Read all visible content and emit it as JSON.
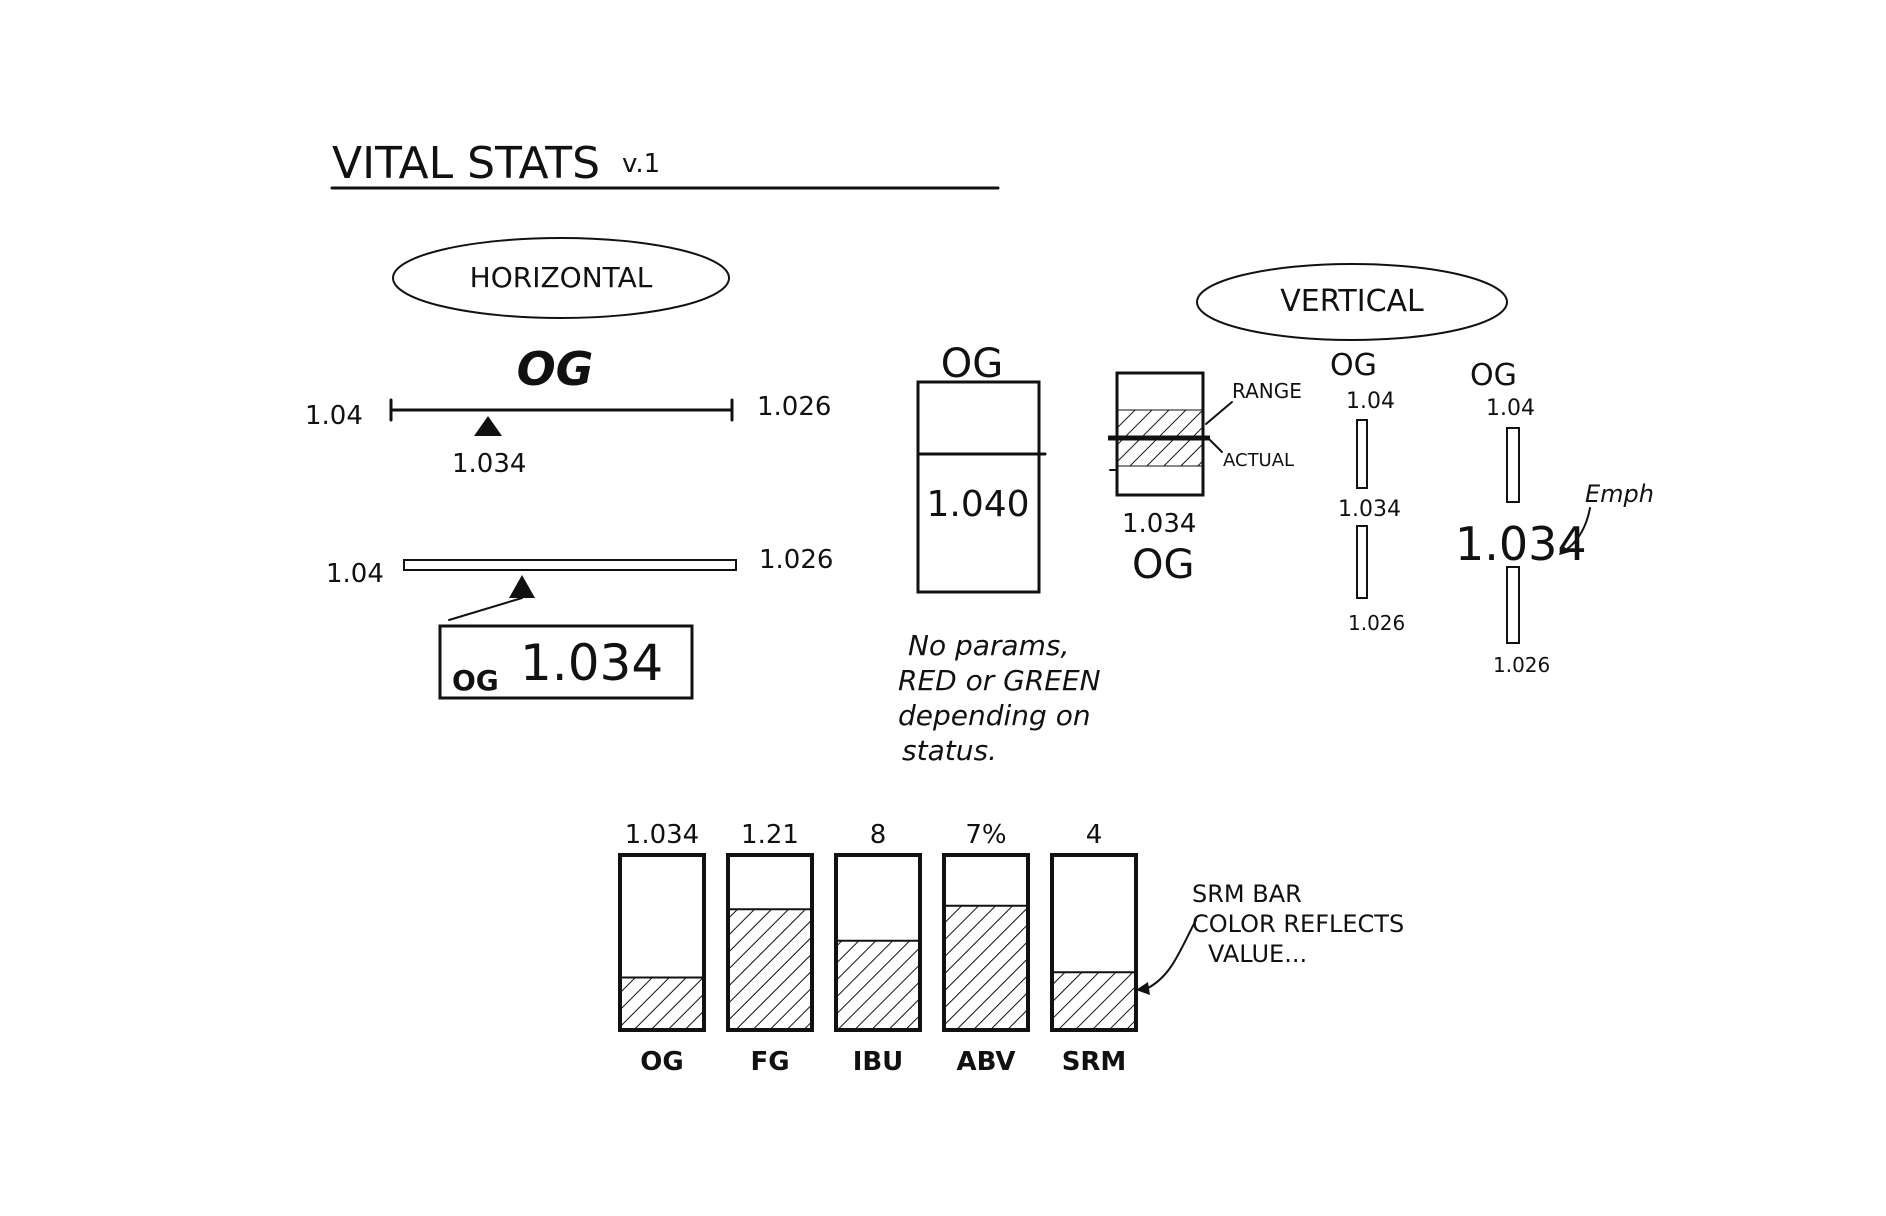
{
  "title": "VITAL STATS",
  "version": "v.1",
  "horizontal": {
    "label": "HORIZONTAL",
    "heading": "OG",
    "scale1": {
      "left": "1.04",
      "right": "1.026",
      "marker": "1.034"
    },
    "scale2": {
      "left": "1.04",
      "right": "1.026"
    },
    "readout": {
      "label": "OG",
      "value": "1.034"
    }
  },
  "vertical": {
    "label": "VERTICAL",
    "box1": {
      "heading": "OG",
      "value": "1.040"
    },
    "note": [
      "No params,",
      "RED or GREEN",
      "depending on",
      "status."
    ],
    "box2": {
      "range_label": "RANGE",
      "actual_label": "ACTUAL",
      "value": "1.034",
      "footer": "OG"
    },
    "bar3": {
      "heading": "OG",
      "top": "1.04",
      "mid": "1.034",
      "bottom": "1.026"
    },
    "bar4": {
      "heading": "OG",
      "top": "1.04",
      "mid": "1.034",
      "bottom": "1.026",
      "annotation": "Emph"
    }
  },
  "chart_data": {
    "type": "bar",
    "categories": [
      "OG",
      "FG",
      "IBU",
      "ABV",
      "SRM"
    ],
    "value_labels": [
      "1.034",
      "1.21",
      "8",
      "7%",
      "4"
    ],
    "fill_fraction": [
      0.3,
      0.69,
      0.51,
      0.71,
      0.33
    ],
    "annotation": [
      "SRM BAR",
      "COLOR REFLECTS",
      "VALUE..."
    ]
  }
}
